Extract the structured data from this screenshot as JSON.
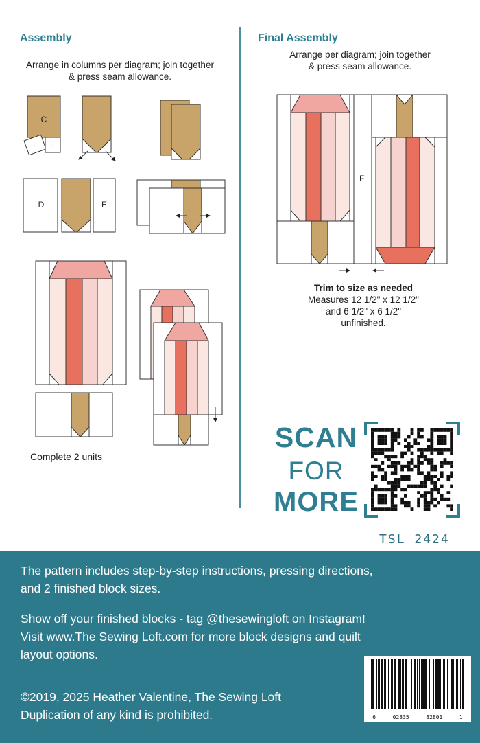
{
  "assembly": {
    "heading": "Assembly",
    "note_line1": "Arrange in columns per diagram; join together",
    "note_line2": "& press seam allowance.",
    "labels": {
      "c": "C",
      "i1": "I",
      "i2": "I",
      "d": "D",
      "e": "E"
    },
    "complete": "Complete 2 units"
  },
  "final": {
    "heading": "Final Assembly",
    "note_line1": "Arrange per diagram; join together",
    "note_line2": "& press seam allowance.",
    "label_f": "F",
    "trim_title": "Trim to size as needed",
    "measure_line1": "Measures 12 1/2\" x 12 1/2\"",
    "measure_line2": "and 6 1/2\" x 6 1/2\"",
    "measure_line3": "unfinished."
  },
  "scan": {
    "line1": "SCAN",
    "line2": "FOR",
    "line3": "MORE"
  },
  "sku": "TSL 2424",
  "footer": {
    "p1_line1": "The pattern includes step-by-step instructions, pressing directions,",
    "p1_line2": "and 2 finished block sizes.",
    "p2_line1": "Show off your finished blocks - tag @thesewingloft on Instagram!",
    "p2_line2": "Visit www.The Sewing Loft.com for more block designs and quilt",
    "p2_line3": "layout options.",
    "p3_line1": "©2019, 2025 Heather Valentine, The Sewing Loft",
    "p3_line2": "Duplication of any kind is prohibited."
  },
  "barcode_digits": [
    "6",
    "02835",
    "82801",
    "1"
  ],
  "colors": {
    "tan": "#c8a36a",
    "coral": "#e8705f",
    "pink": "#f0a7a2",
    "lightpink": "#f6d3cf",
    "blush": "#fbe7e2",
    "teal": "#2f7f93",
    "band": "#2d7a8c"
  }
}
